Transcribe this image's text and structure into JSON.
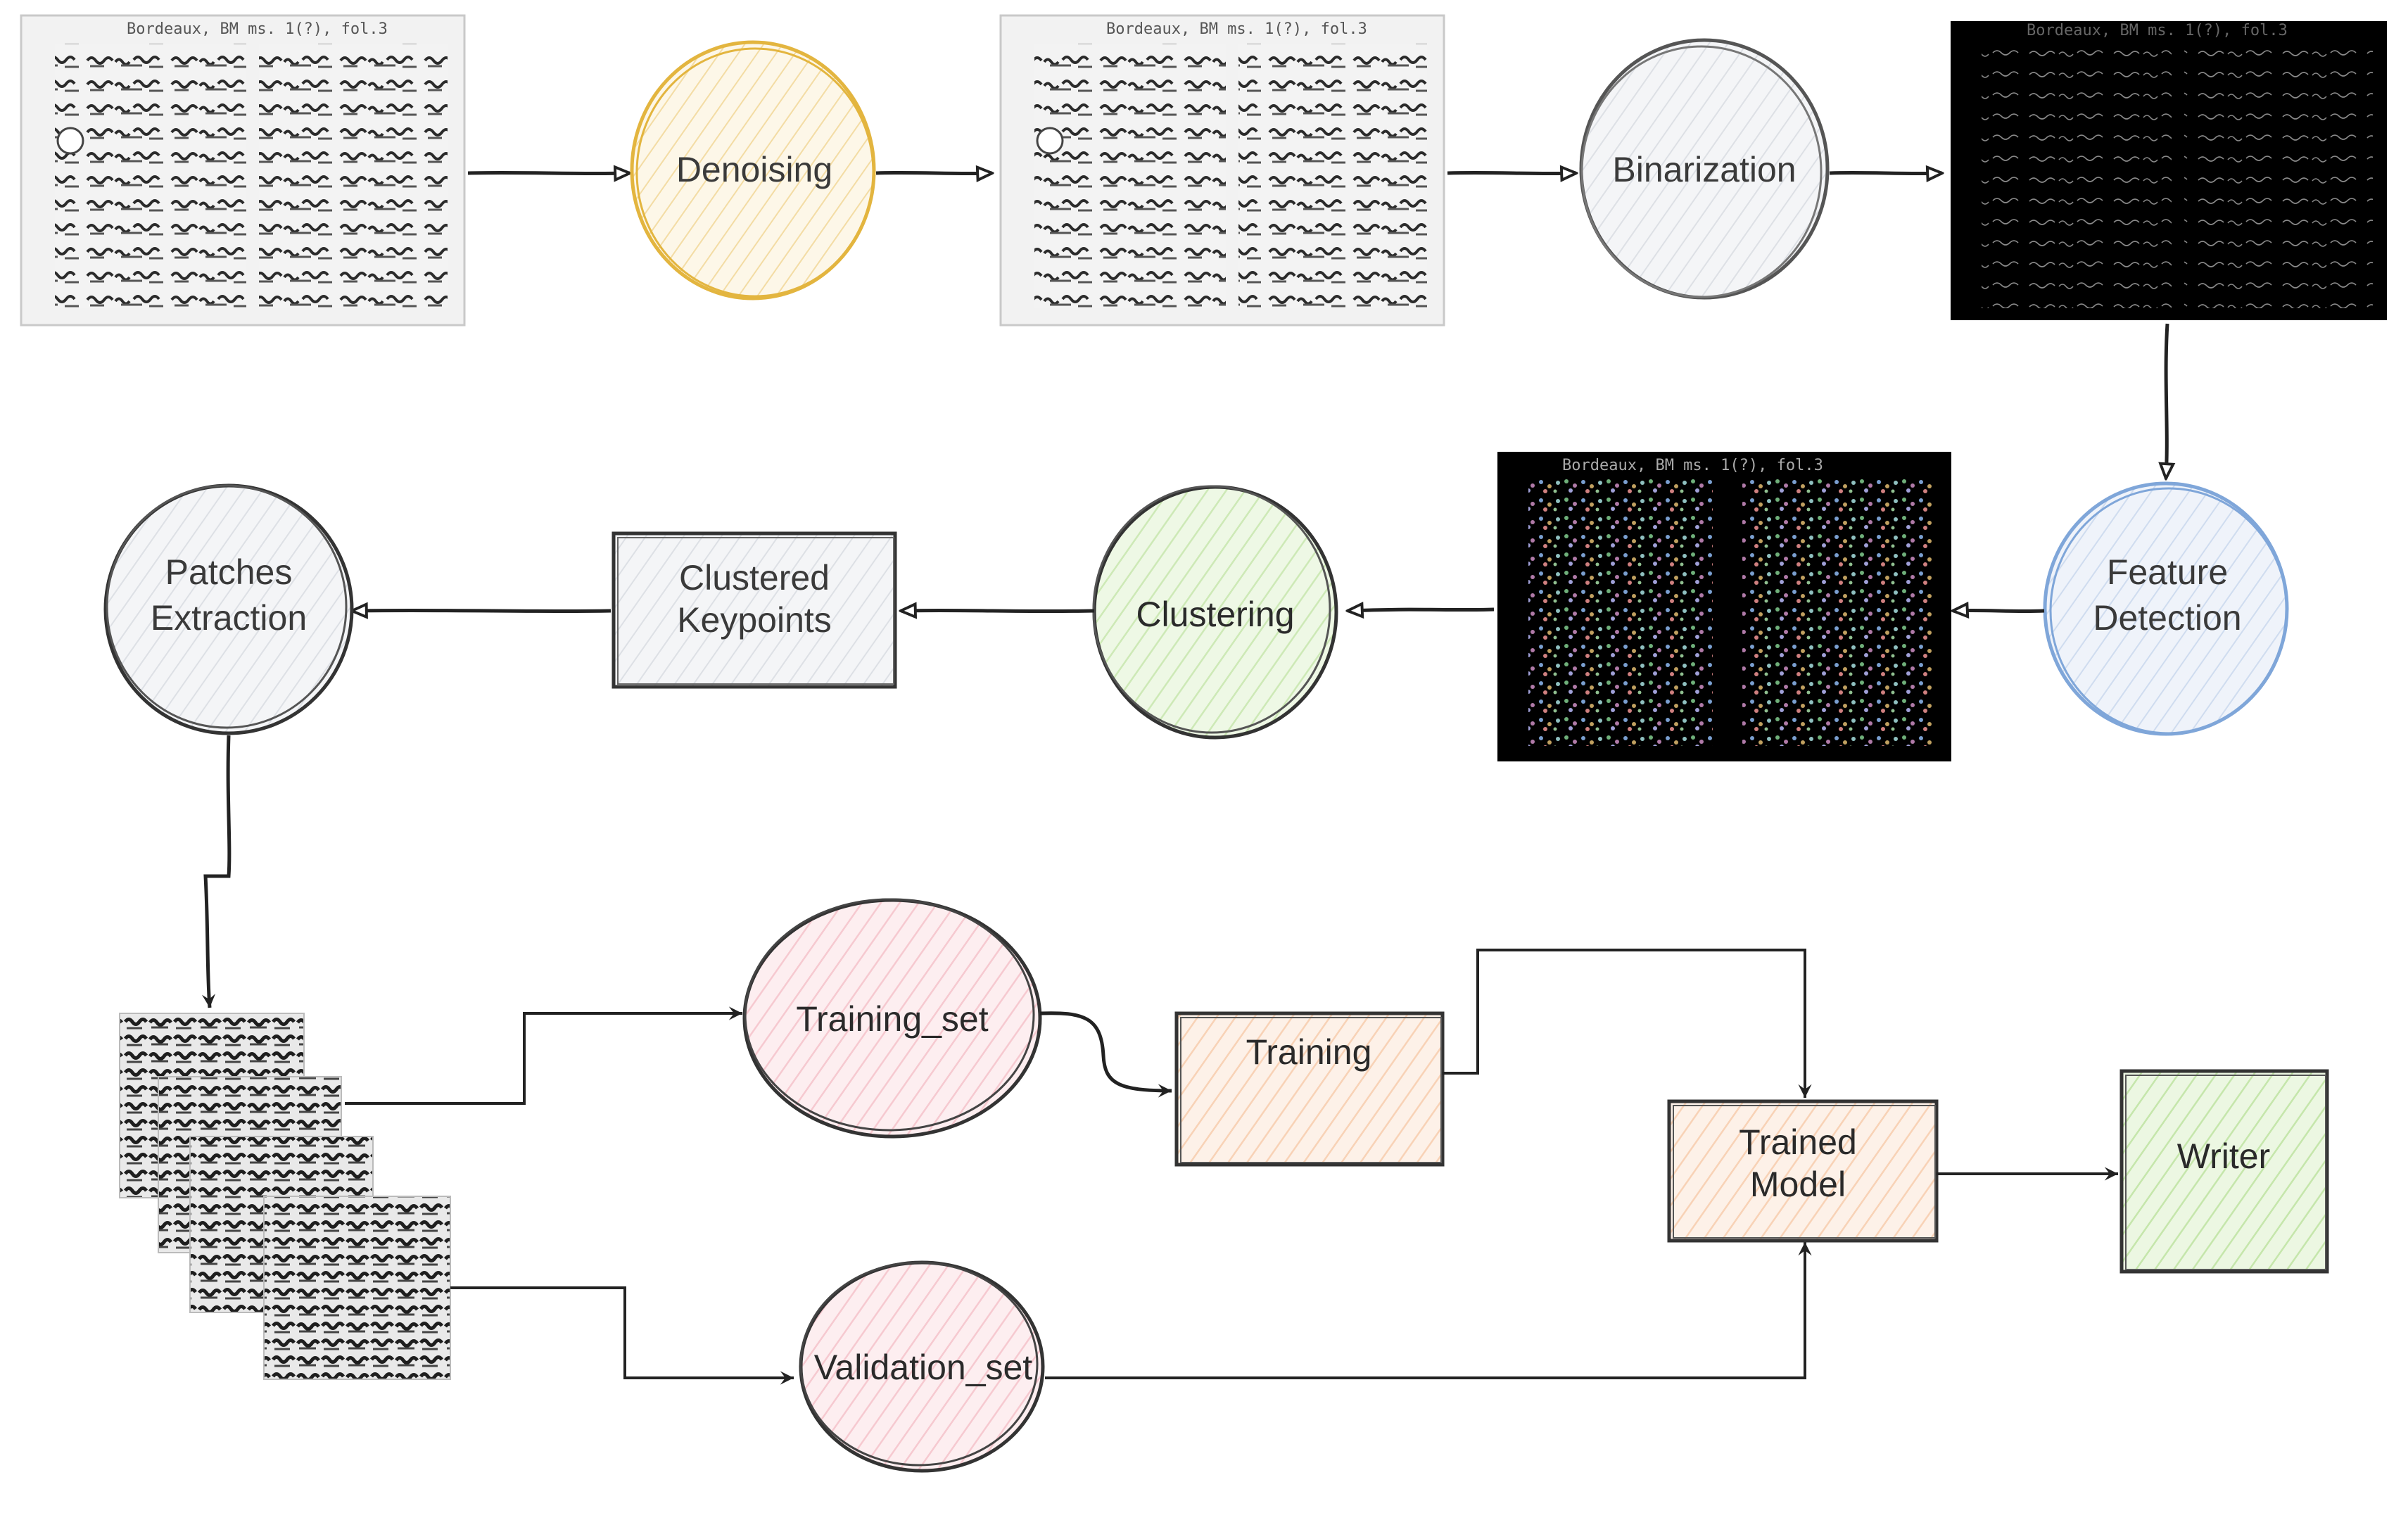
{
  "nodes": {
    "denoising": "Denoising",
    "binarization": "Binarization",
    "feature_detection": [
      "Feature",
      "Detection"
    ],
    "clustering": "Clustering",
    "clustered_keypoints": [
      "Clustered",
      "Keypoints"
    ],
    "patches_extraction": [
      "Patches",
      "Extraction"
    ],
    "training_set": "Training_set",
    "validation_set": "Validation_set",
    "training": "Training",
    "trained_model": [
      "Trained",
      "Model"
    ],
    "writer": "Writer"
  },
  "document_header": "Bordeaux, BM ms. 1(?), fol.3",
  "colors": {
    "denoising_stroke": "#e3b53f",
    "denoising_fill": "#fbf2db",
    "gray_stroke": "#555555",
    "gray_fill": "#eef0f3",
    "blue_stroke": "#7fa6d9",
    "blue_fill": "#e8eef8",
    "green_fill": "#dcf0cd",
    "pink_fill": "#fbdfe3",
    "orange_fill": "#fce3d2",
    "writer_fill": "#d9efc7",
    "arrow": "#222222"
  }
}
